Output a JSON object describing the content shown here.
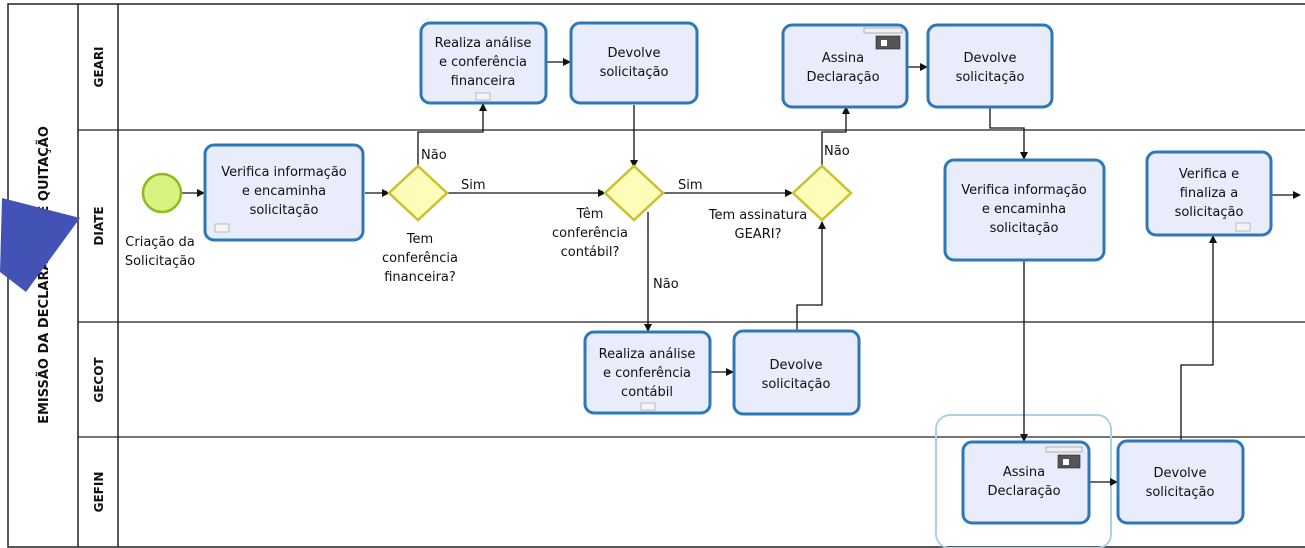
{
  "pool": {
    "title": "EMISSÃO DA DECLARAÇÃO DE QUITAÇÃO"
  },
  "lanes": {
    "geari": "GEARI",
    "diate": "DIATE",
    "gecot": "GECOT",
    "gefin": "GEFIN"
  },
  "events": {
    "start_label": [
      "Criação da",
      "Solicitação"
    ]
  },
  "tasks": {
    "t1": [
      "Verifica informação",
      "e encaminha",
      "solicitação"
    ],
    "t2": [
      "Realiza análise",
      "e conferência",
      "financeira"
    ],
    "t3": [
      "Devolve",
      "solicitação"
    ],
    "t4": [
      "Assina",
      "Declaração"
    ],
    "t5": [
      "Devolve",
      "solicitação"
    ],
    "t6": [
      "Verifica informação",
      "e encaminha",
      "solicitação"
    ],
    "t7": [
      "Verifica e",
      "finaliza a",
      "solicitação"
    ],
    "t8": [
      "Realiza análise",
      "e conferência",
      "contábil"
    ],
    "t9": [
      "Devolve",
      "solicitação"
    ],
    "t10": [
      "Assina",
      "Declaração"
    ],
    "t11": [
      "Devolve",
      "solicitação"
    ]
  },
  "gateways": {
    "g1": [
      "Tem",
      "conferência",
      "financeira?"
    ],
    "g2": [
      "Têm",
      "conferência",
      "contábil?"
    ],
    "g3": [
      "Tem assinatura",
      "GEARI?"
    ]
  },
  "flow_labels": {
    "g1_yes": "Sim",
    "g1_no": "Não",
    "g2_yes": "Sim",
    "g2_no": "Não",
    "g3_no": "Não"
  },
  "colors": {
    "task_fill": "#e8ecfb",
    "task_stroke": "#2e78b7",
    "gateway_fill": "#fdfcb8",
    "gateway_stroke": "#c9c22e",
    "start_fill": "#d7f27e",
    "start_stroke": "#8cbd1e",
    "pointer": "#4352b5",
    "group_stroke": "#a9d3e0"
  }
}
